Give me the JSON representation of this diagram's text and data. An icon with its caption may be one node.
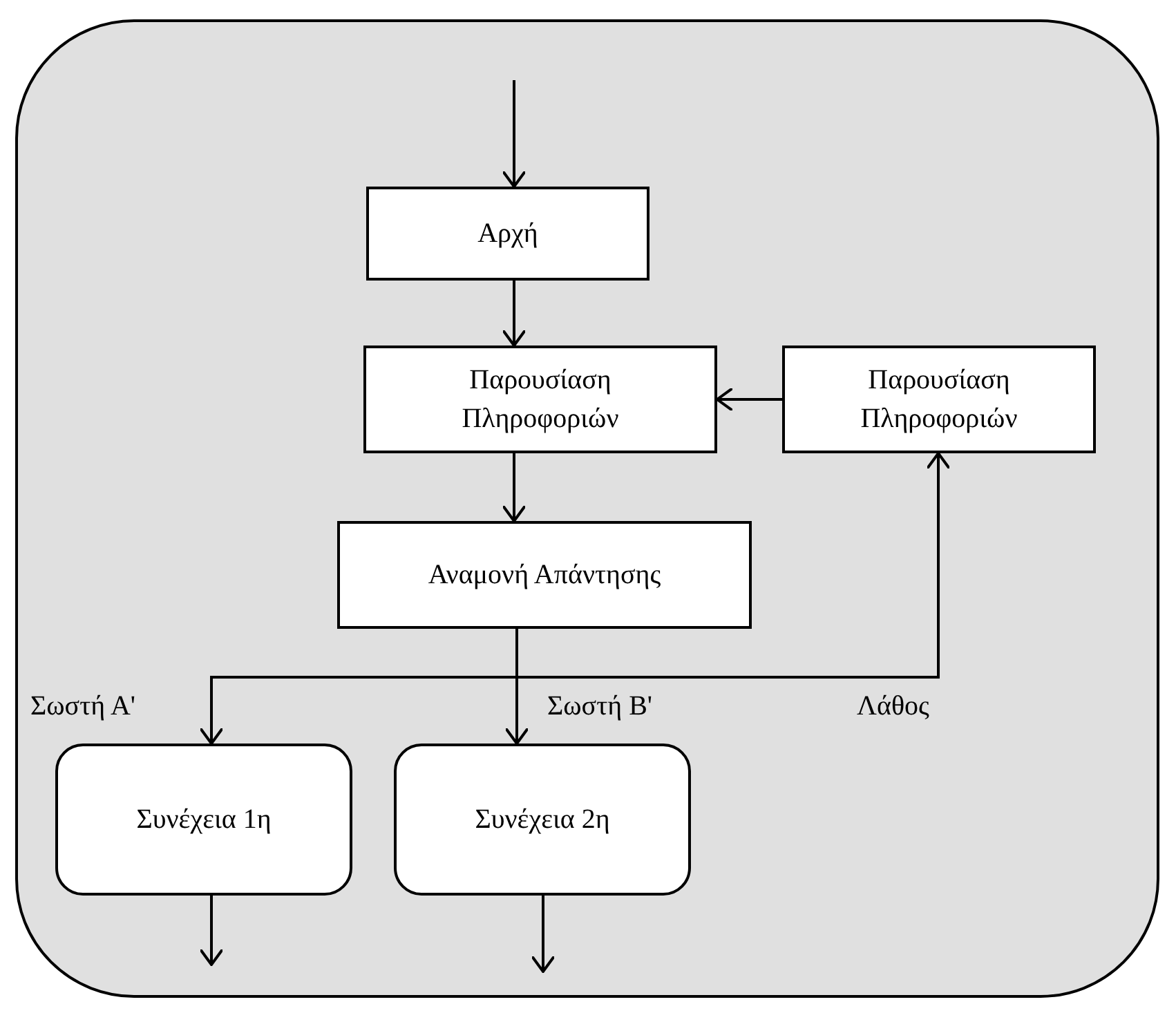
{
  "diagram": {
    "nodes": [
      {
        "text": [
          "Αρχή"
        ]
      },
      {
        "text": [
          "Παρουσίαση Πληροφοριών"
        ]
      },
      {
        "text": [
          "Παρουσίαση Πληροφοριών"
        ]
      },
      {
        "text": [
          "Αναμονή Απάντησης"
        ]
      },
      {
        "text": [
          "Συνέχεια 1η"
        ]
      },
      {
        "text": [
          "Συνέχεια 2η"
        ]
      }
    ],
    "edges": [
      {
        "from": null,
        "to": 0,
        "arrow": "to"
      },
      {
        "from": 0,
        "to": 1,
        "arrow": "to"
      },
      {
        "from": 2,
        "to": 1,
        "arrow": "to"
      },
      {
        "from": 1,
        "to": 3,
        "arrow": "to"
      },
      {
        "from": 3,
        "to": 4,
        "arrow": "to",
        "label": "Σωστή Α'"
      },
      {
        "from": 3,
        "to": 5,
        "arrow": "to",
        "label": "Σωστή Β'"
      },
      {
        "from": 3,
        "to": 2,
        "arrow": "to",
        "label": "Λάθος"
      },
      {
        "from": 4,
        "to": null,
        "arrow": "to"
      },
      {
        "from": 5,
        "to": null,
        "arrow": "to"
      }
    ]
  }
}
